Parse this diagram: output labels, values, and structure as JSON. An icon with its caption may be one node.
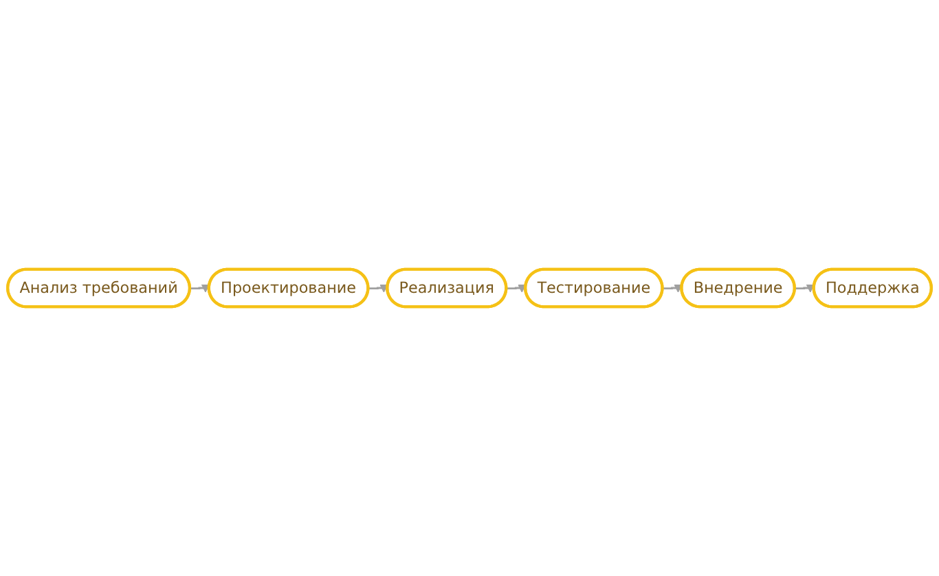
{
  "diagram": {
    "nodes": [
      {
        "text": [
          "Анализ требований"
        ]
      },
      {
        "text": [
          "Проектирование"
        ]
      },
      {
        "text": [
          "Реализация"
        ]
      },
      {
        "text": [
          "Тестирование"
        ]
      },
      {
        "text": [
          "Внедрение"
        ]
      },
      {
        "text": [
          "Поддержка"
        ]
      }
    ],
    "edges": [
      {
        "from": 0,
        "to": 1,
        "arrow": "to"
      },
      {
        "from": 1,
        "to": 2,
        "arrow": "to"
      },
      {
        "from": 2,
        "to": 3,
        "arrow": "to"
      },
      {
        "from": 3,
        "to": 4,
        "arrow": "to"
      },
      {
        "from": 4,
        "to": 5,
        "arrow": "to"
      }
    ]
  }
}
